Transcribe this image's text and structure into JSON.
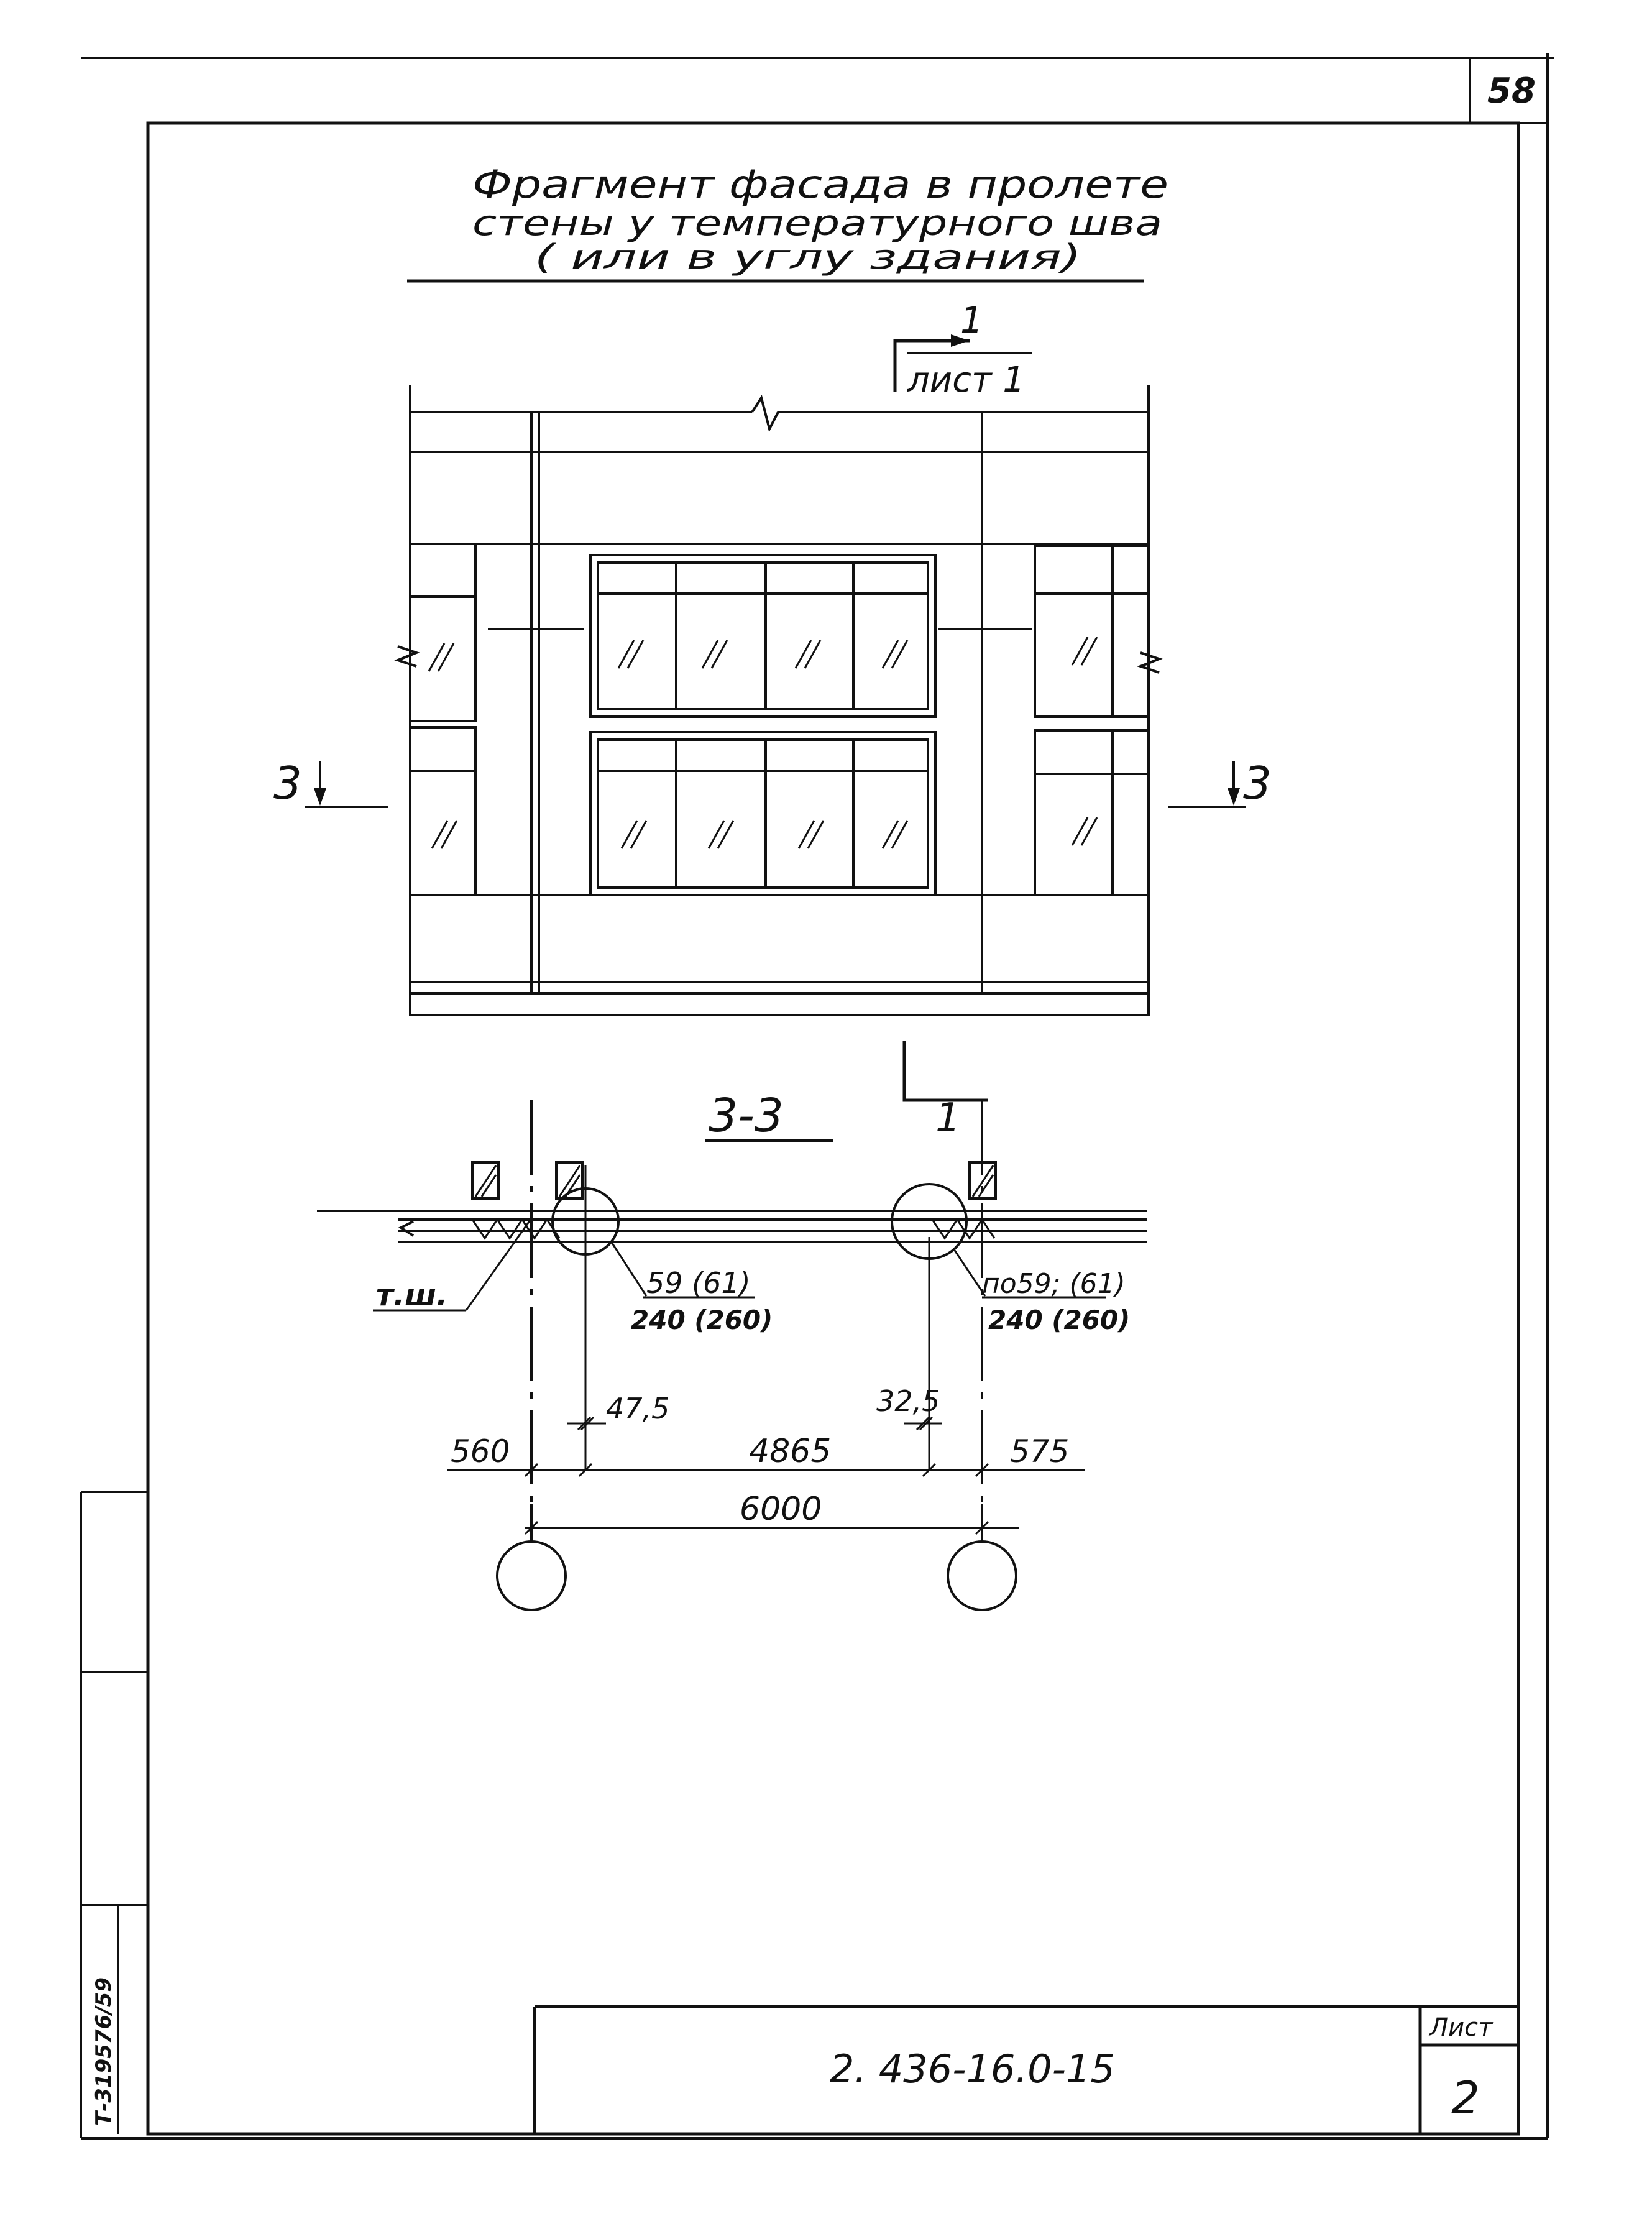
{
  "page_number": "58",
  "title_lines": [
    "Фрагмент фасада в пролете",
    "стены у температурного шва",
    "( или в углу здания)"
  ],
  "section_mark_1": {
    "number": "1",
    "sheet_ref": "лист 1",
    "number_bottom": "1"
  },
  "section_mark_3": {
    "left": "3",
    "right": "3"
  },
  "section_title": "3-3",
  "labels": {
    "joint": "т.ш.",
    "left_detail_top": "59 (61)",
    "left_detail_bottom": "240 (260)",
    "right_detail_top": "по59; (61)",
    "right_detail_bottom": "240 (260)"
  },
  "dimensions": {
    "d475": "47,5",
    "d325": "32,5",
    "d560": "560",
    "d4865": "4865",
    "d575": "575",
    "d6000": "6000"
  },
  "side_stamp": "Т-319576/59",
  "title_block": {
    "doc_code": "2. 436-16.0-15",
    "sheet_label": "Лист",
    "sheet_number": "2"
  }
}
